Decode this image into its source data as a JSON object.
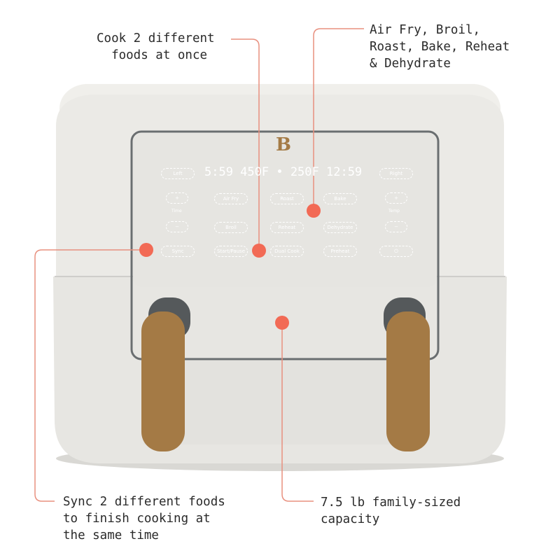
{
  "callouts": {
    "dual": "Cook 2 different\n  foods at once",
    "modes": "Air Fry, Broil,\nRoast, Bake, Reheat\n& Dehydrate",
    "sync": "Sync 2 different foods\nto finish cooking at\nthe same time",
    "capacity": "7.5 lb family-sized\ncapacity"
  },
  "panel": {
    "logo": "B",
    "left": "Left",
    "right": "Right",
    "display": "5:59 450F • 250F 12:59",
    "buttons": [
      "Air Fry",
      "Roast",
      "Bake",
      "Broil",
      "Reheat",
      "Dehydrate",
      "Sync",
      "Start/Pause",
      "Dual Cook",
      "Preheat"
    ],
    "time": "Time",
    "temp": "Temp"
  },
  "colors": {
    "accent": "#f26a55",
    "line": "#e8907f",
    "body": "#ecebe7",
    "handle": "#a47a45"
  }
}
